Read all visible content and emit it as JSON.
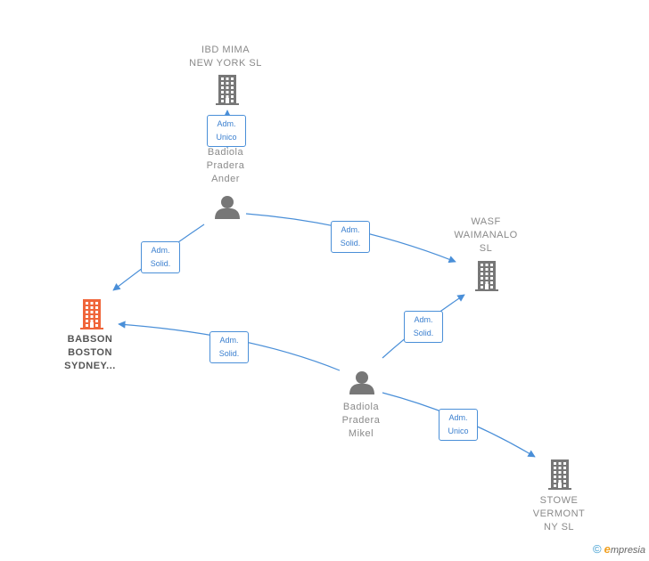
{
  "colors": {
    "edge": "#4a8fd8",
    "node_building": "#777777",
    "node_focus": "#f0653a",
    "node_person": "#777777"
  },
  "nodes": [
    {
      "id": "ibd",
      "kind": "building-icon",
      "label": "IBD MIMA\nNEW YORK  SL"
    },
    {
      "id": "ander",
      "kind": "person-icon",
      "label": "Badiola\nPradera\nAnder"
    },
    {
      "id": "wasf",
      "kind": "building-icon",
      "label": "WASF\nWAIMANALO\nSL"
    },
    {
      "id": "babson",
      "kind": "building-icon",
      "focus": true,
      "label": "BABSON\nBOSTON\nSYDNEY..."
    },
    {
      "id": "mikel",
      "kind": "person-icon",
      "label": "Badiola\nPradera\nMikel"
    },
    {
      "id": "stowe",
      "kind": "building-icon",
      "label": "STOWE\nVERMONT\nNY  SL"
    }
  ],
  "edges": [
    {
      "from": "ander",
      "to": "ibd",
      "label": "Adm.\nUnico"
    },
    {
      "from": "ander",
      "to": "babson",
      "label": "Adm.\nSolid."
    },
    {
      "from": "ander",
      "to": "wasf",
      "label": "Adm.\nSolid."
    },
    {
      "from": "mikel",
      "to": "babson",
      "label": "Adm.\nSolid."
    },
    {
      "from": "mikel",
      "to": "wasf",
      "label": "Adm.\nSolid."
    },
    {
      "from": "mikel",
      "to": "stowe",
      "label": "Adm.\nUnico"
    }
  ],
  "footer": {
    "copyright": "©",
    "brand_e": "e",
    "brand_rest": "mpresia"
  }
}
